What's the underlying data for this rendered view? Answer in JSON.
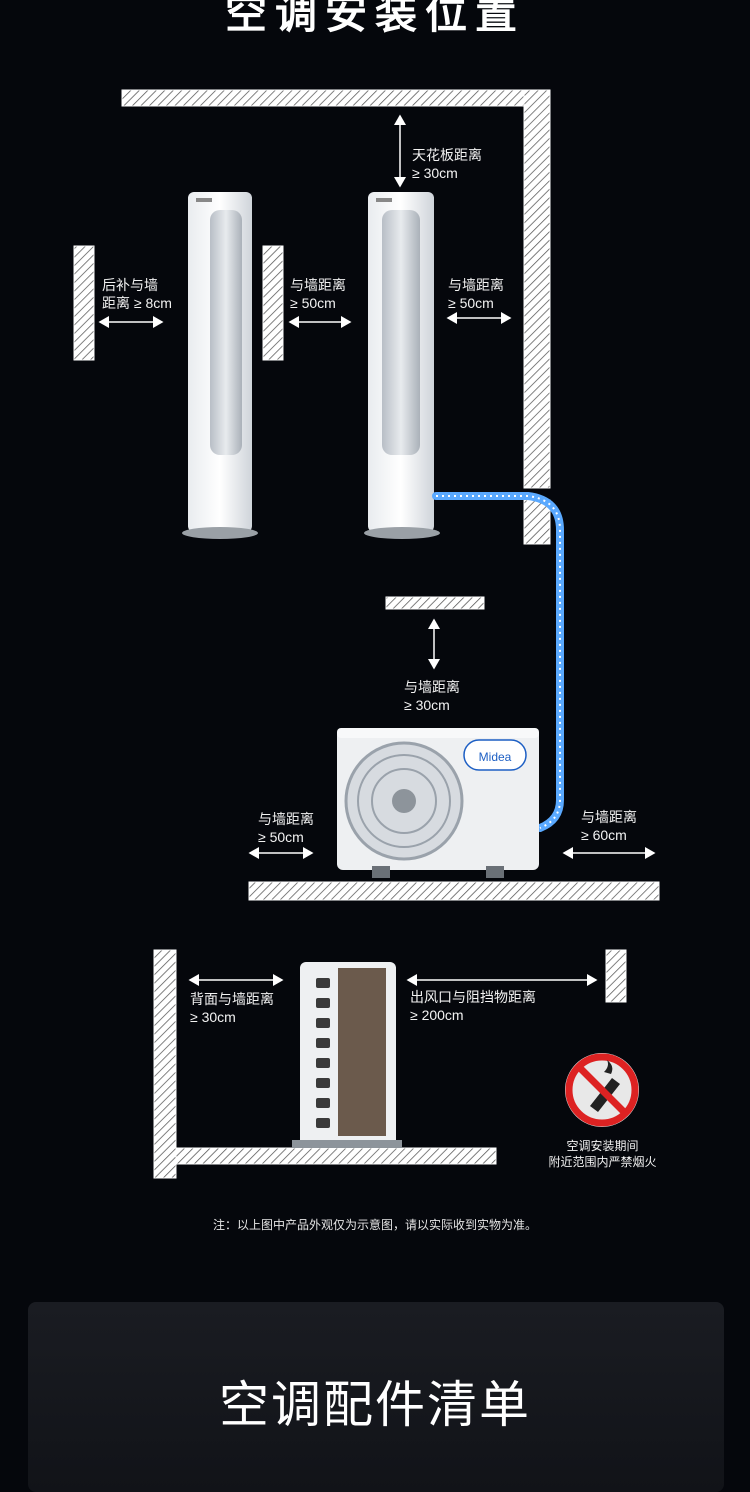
{
  "header": {
    "partial_title": "空调安装位置"
  },
  "indoor": {
    "behind_wall": "后补与墙\n距离 ≥ 8cm",
    "side_wall_mid": "与墙距离\n≥ 50cm",
    "ceiling": "天花板距离\n≥ 30cm",
    "side_wall_right": "与墙距离\n≥ 50cm"
  },
  "outdoor_front": {
    "top_wall": "与墙距离\n≥ 30cm",
    "left_wall": "与墙距离\n≥ 50cm",
    "right_wall": "与墙距离\n≥ 60cm",
    "brand": "Midea"
  },
  "outdoor_side": {
    "back_wall": "背面与墙距离\n≥ 30cm",
    "outlet": "出风口与阻挡物距离\n≥ 200cm"
  },
  "fire_warning": "空调安装期间\n附近范围内严禁烟火",
  "note": "注：以上图中产品外观仅为示意图，请以实际收到实物为准。",
  "accessories_title": "空调配件清单"
}
